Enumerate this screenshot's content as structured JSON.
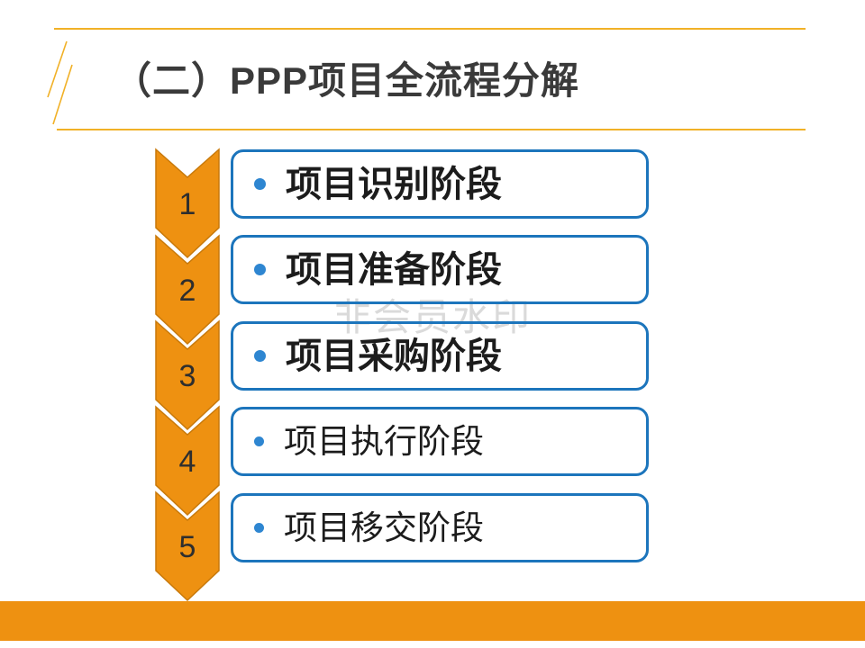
{
  "slide": {
    "title": "（二）PPP项目全流程分解",
    "watermark": "非会员水印",
    "stages": [
      {
        "number": "1",
        "label": "项目识别阶段"
      },
      {
        "number": "2",
        "label": "项目准备阶段"
      },
      {
        "number": "3",
        "label": "项目采购阶段"
      },
      {
        "number": "4",
        "label": "项目执行阶段"
      },
      {
        "number": "5",
        "label": "项目移交阶段"
      }
    ],
    "colors": {
      "accent_orange": "#EE9111",
      "arrow_outline": "#C8790A",
      "box_border_blue": "#1C75BC",
      "bullet_blue": "#2E86D1",
      "gold_line": "#F1B127",
      "title_text": "#3A3A3A",
      "label_text": "#1C1C1C",
      "number_text": "#2E2E2E",
      "watermark_gray": "#DADADA"
    }
  }
}
